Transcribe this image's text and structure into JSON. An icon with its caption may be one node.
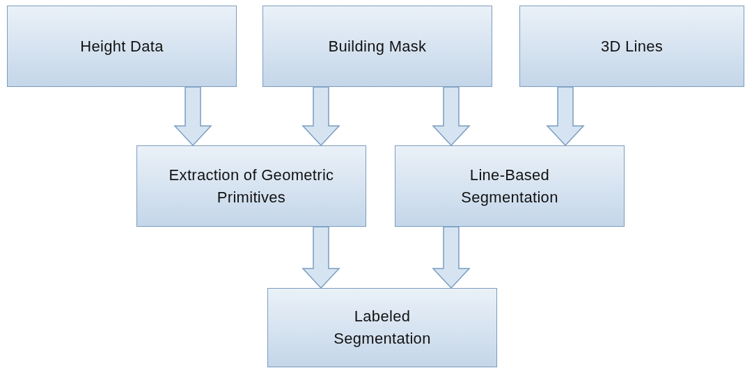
{
  "diagram": {
    "nodes": [
      {
        "text": [
          "Height Data"
        ]
      },
      {
        "text": [
          "Building Mask"
        ]
      },
      {
        "text": [
          "3D Lines"
        ]
      },
      {
        "text": [
          "Extraction of Geometric Primitives"
        ]
      },
      {
        "text": [
          "Line-Based Segmentation"
        ]
      },
      {
        "text": [
          "Labeled Segmentation"
        ]
      }
    ],
    "edges": [
      {
        "from": 0,
        "to": 3,
        "arrow": "to"
      },
      {
        "from": 1,
        "to": 3,
        "arrow": "to"
      },
      {
        "from": 1,
        "to": 4,
        "arrow": "to"
      },
      {
        "from": 2,
        "to": 4,
        "arrow": "to"
      },
      {
        "from": 3,
        "to": 5,
        "arrow": "to"
      },
      {
        "from": 4,
        "to": 5,
        "arrow": "to"
      }
    ]
  }
}
